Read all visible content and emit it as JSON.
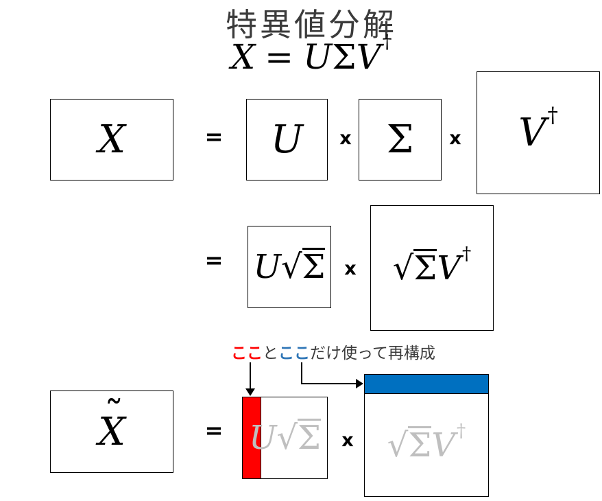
{
  "title": "特異値分解",
  "sym": {
    "x": "X",
    "u": "U",
    "sigma": "Σ",
    "v": "V",
    "dagger": "†",
    "radical": "√",
    "tilde": "˜",
    "eq": "=",
    "times": "x"
  },
  "annotation": {
    "here_red": "ここ",
    "and": "と",
    "here_blue": "ここ",
    "tail": "だけ使って再構成"
  },
  "colors": {
    "red_accent": "#ff0000",
    "blue_strip": "#0070c0",
    "blue_text": "#2e75b6",
    "gray_faded_text": "#bfbfbf",
    "dark_text": "#3b3b3b",
    "ink": "#000000"
  }
}
